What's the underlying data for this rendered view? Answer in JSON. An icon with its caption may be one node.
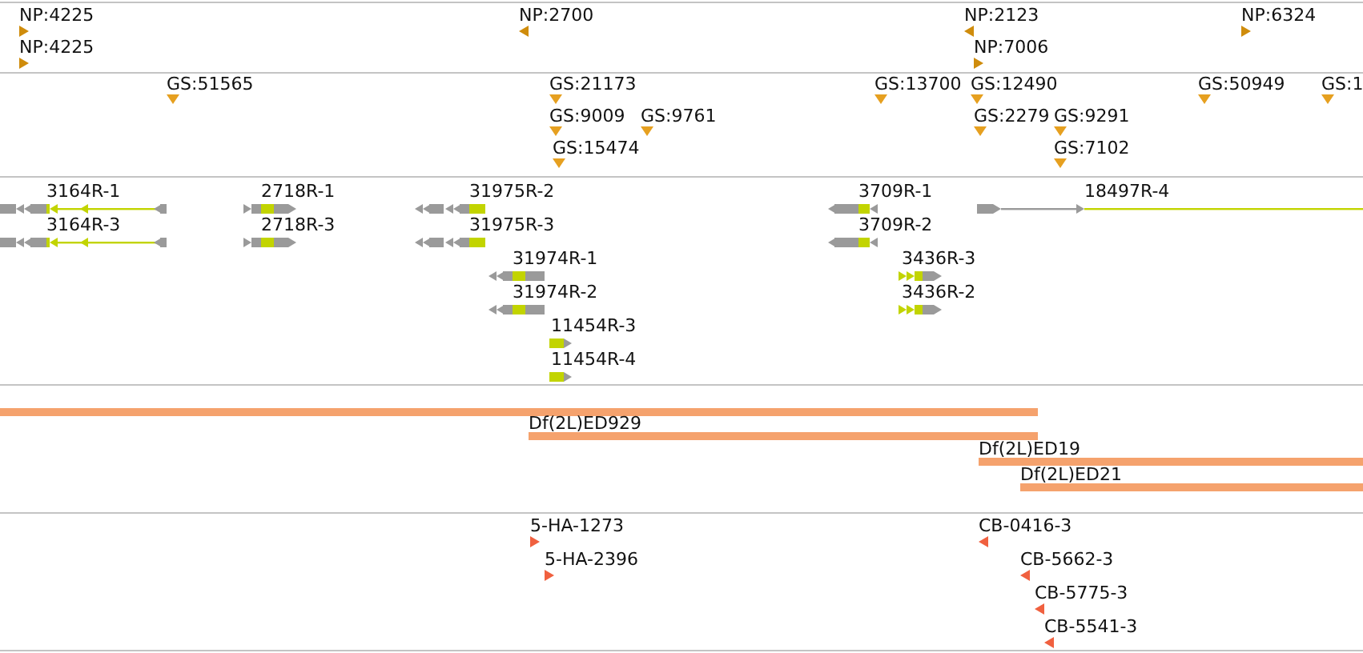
{
  "diagram": {
    "nodes": [
      {
        "text": [
          "NP:4225"
        ]
      },
      {
        "text": [
          "NP:2700"
        ]
      },
      {
        "text": [
          "NP:2123"
        ]
      },
      {
        "text": [
          "NP:6324"
        ]
      },
      {
        "text": [
          "NP:4225"
        ]
      },
      {
        "text": [
          "NP:7006"
        ]
      },
      {
        "text": [
          "GS:51565"
        ]
      },
      {
        "text": [
          "GS:21173"
        ]
      },
      {
        "text": [
          "GS:13700"
        ]
      },
      {
        "text": [
          "GS:12490"
        ]
      },
      {
        "text": [
          "GS:50949"
        ]
      },
      {
        "text": [
          "GS:1"
        ]
      },
      {
        "text": [
          "GS:9009"
        ]
      },
      {
        "text": [
          "GS:9761"
        ]
      },
      {
        "text": [
          "GS:2279"
        ]
      },
      {
        "text": [
          "GS:9291"
        ]
      },
      {
        "text": [
          "GS:15474"
        ]
      },
      {
        "text": [
          "GS:7102"
        ]
      },
      {
        "text": [
          "3164R-1"
        ]
      },
      {
        "text": [
          "2718R-1"
        ]
      },
      {
        "text": [
          "31975R-2"
        ]
      },
      {
        "text": [
          "3709R-1"
        ]
      },
      {
        "text": [
          "18497R-4"
        ]
      },
      {
        "text": [
          "3164R-3"
        ]
      },
      {
        "text": [
          "2718R-3"
        ]
      },
      {
        "text": [
          "31975R-3"
        ]
      },
      {
        "text": [
          "3709R-2"
        ]
      },
      {
        "text": [
          "31974R-1"
        ]
      },
      {
        "text": [
          "3436R-3"
        ]
      },
      {
        "text": [
          "31974R-2"
        ]
      },
      {
        "text": [
          "3436R-2"
        ]
      },
      {
        "text": [
          "11454R-3"
        ]
      },
      {
        "text": [
          "11454R-4"
        ]
      },
      {
        "text": [],
        "shape": "bar"
      },
      {
        "text": [
          "Df(2L)ED929"
        ]
      },
      {
        "text": [
          "Df(2L)ED19"
        ]
      },
      {
        "text": [
          "Df(2L)ED21"
        ]
      },
      {
        "text": [
          "5-HA-1273"
        ]
      },
      {
        "text": [
          "CB-0416-3"
        ]
      },
      {
        "text": [
          "5-HA-2396"
        ]
      },
      {
        "text": [
          "CB-5662-3"
        ]
      },
      {
        "text": [
          "CB-5775-3"
        ]
      },
      {
        "text": [
          "CB-5541-3"
        ]
      }
    ]
  }
}
